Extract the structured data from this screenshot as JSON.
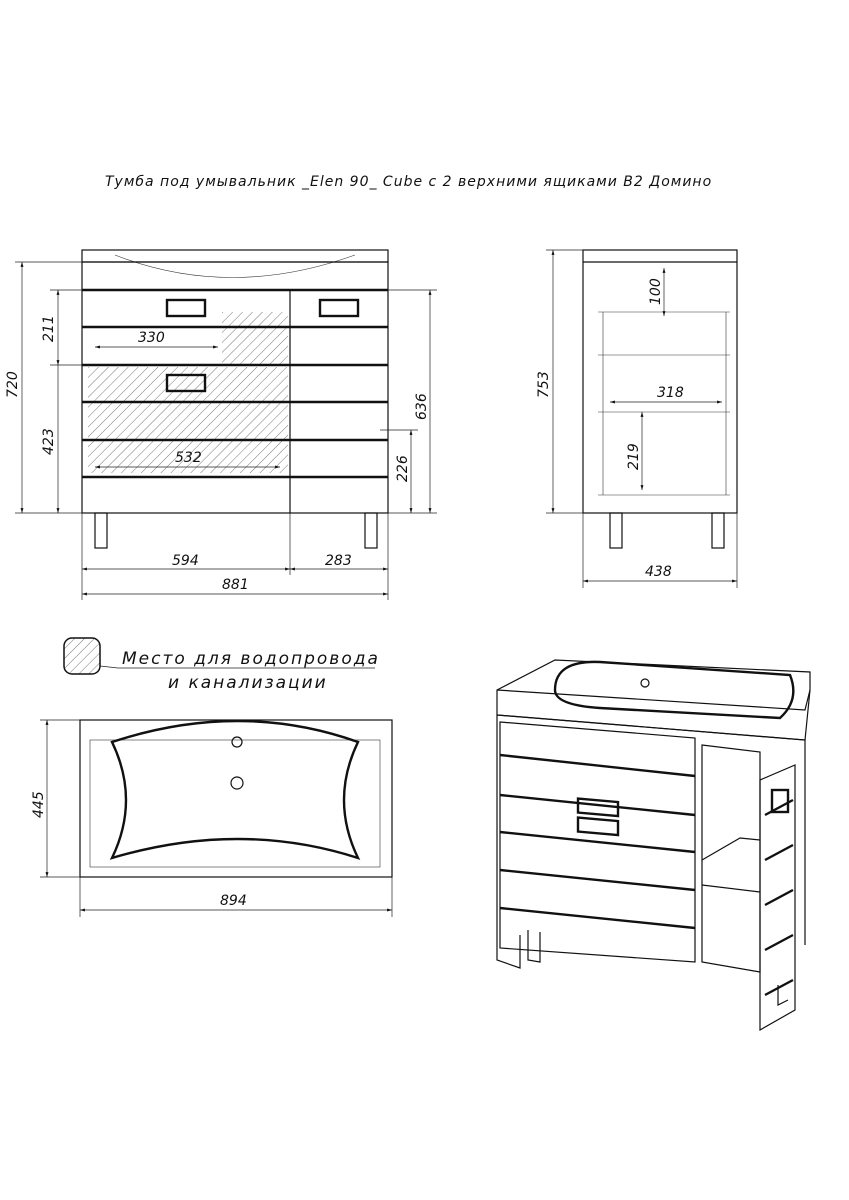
{
  "title": "Тумба под умывальник _Elen 90_ Cube с 2 верхними ящиками B2 Домино",
  "front_view": {
    "dims": {
      "total_height": "720",
      "upper_height": "211",
      "lower_height": "423",
      "drawer_width_top": "330",
      "drawer_width_bottom": "532",
      "right_height": "636",
      "pipe_height": "226",
      "left_width": "594",
      "right_width": "283",
      "total_width": "881"
    }
  },
  "side_view": {
    "dims": {
      "total_height": "753",
      "top_depth": "100",
      "inner_width": "318",
      "inner_height": "219",
      "depth": "438"
    }
  },
  "top_view": {
    "dims": {
      "depth": "445",
      "width": "894"
    }
  },
  "legend": {
    "line1": "Место для водопровода",
    "line2": "и канализации"
  }
}
